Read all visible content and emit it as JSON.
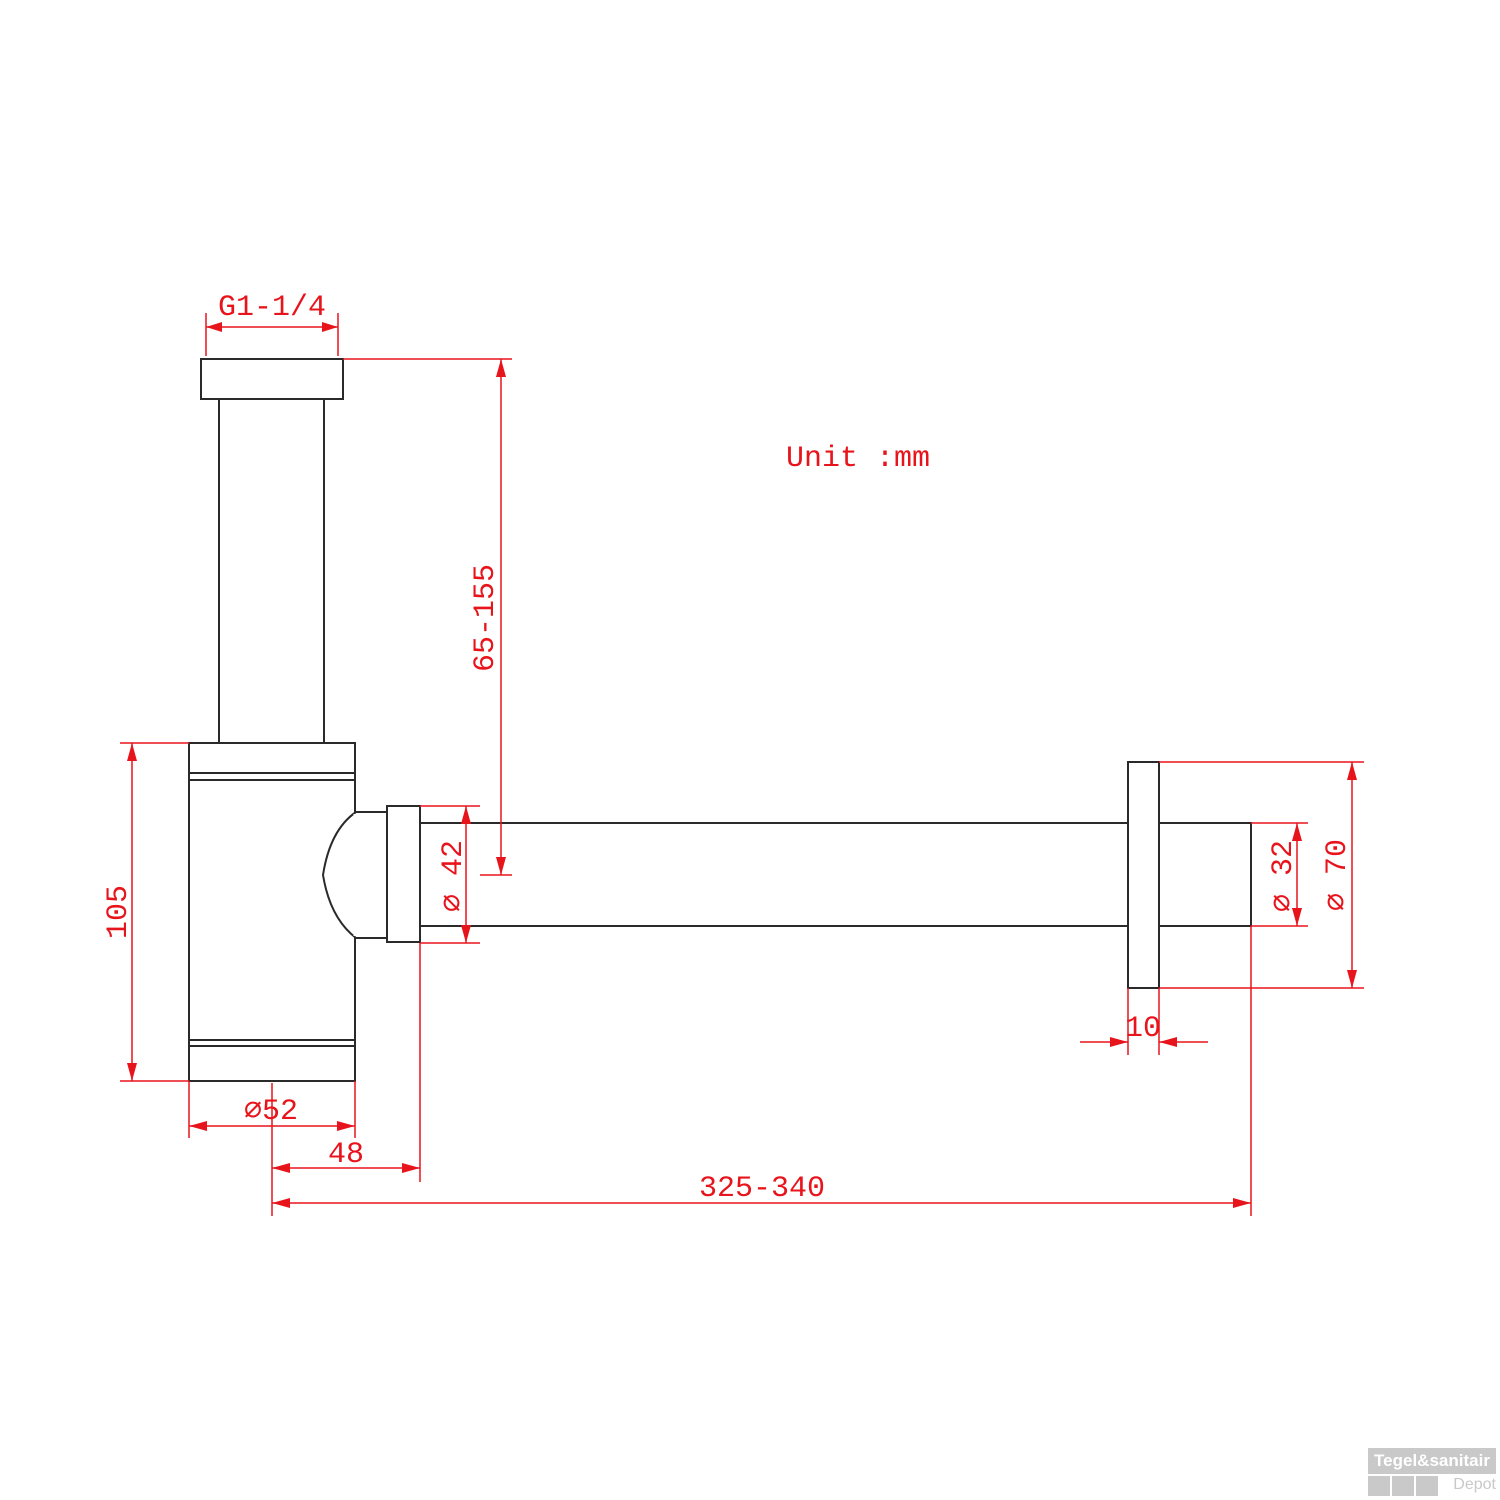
{
  "drawing": {
    "unit_label": "Unit :mm",
    "colors": {
      "dimension": "#e8141c",
      "outline": "#2a2a2a",
      "logo": "#c9c9c9"
    },
    "dimensions": {
      "thread": "G1-1/4",
      "height_range": "65-155",
      "body_height": "105",
      "outlet_diameter": "⌀ 42",
      "body_diameter": "⌀52",
      "body_offset": "48",
      "total_length": "325-340",
      "pipe_diameter": "⌀ 32",
      "rosette_diameter": "⌀ 70",
      "rosette_thickness": "10"
    }
  },
  "logo": {
    "brand": "Tegel&sanitair",
    "sub": "Depot"
  }
}
